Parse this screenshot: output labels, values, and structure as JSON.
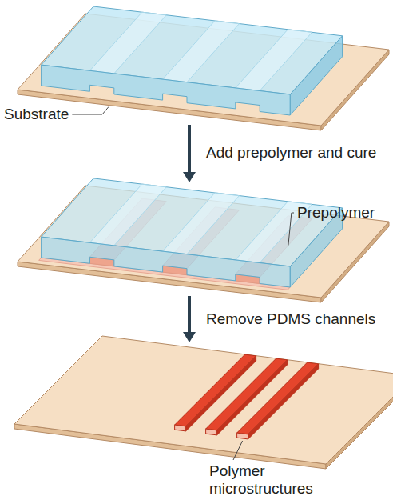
{
  "diagram": {
    "labels": [
      "Substrate",
      "Add prepolymer and cure",
      "Prepolymer",
      "Remove PDMS channels",
      "Polymer microstructures"
    ]
  }
}
